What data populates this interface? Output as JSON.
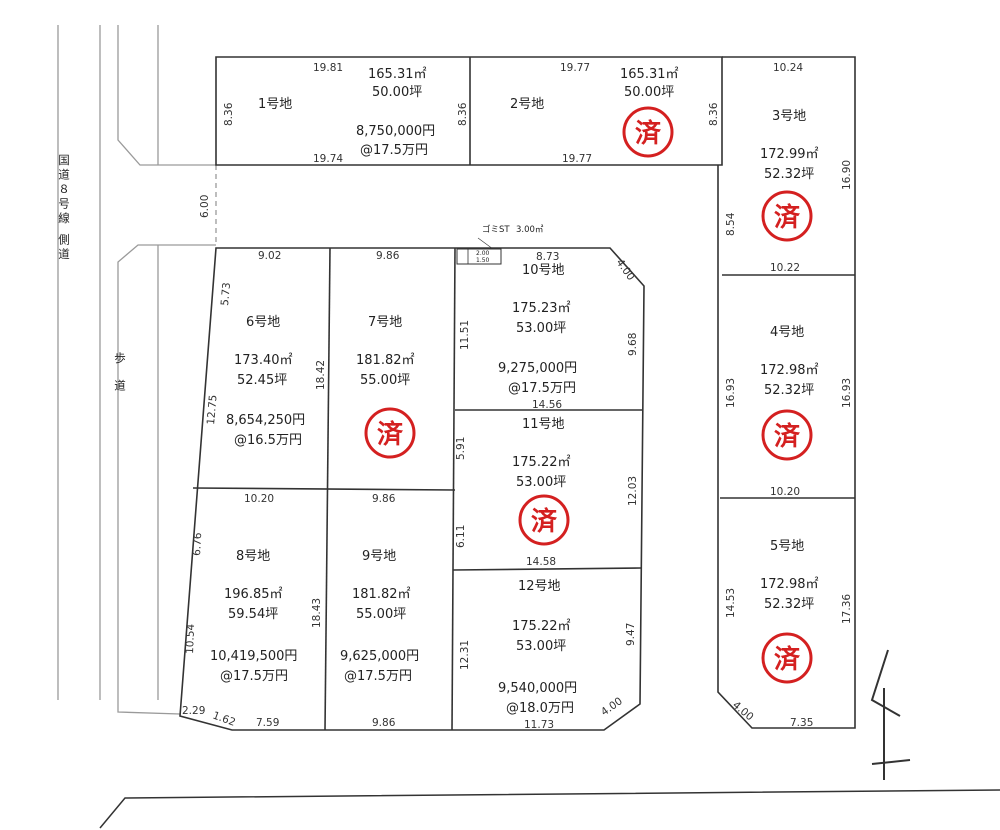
{
  "road": {
    "side_road_label": "国道８号線 側道",
    "sidewalk_label": "歩 道",
    "road_width": "6.00"
  },
  "garbage": {
    "label": "ゴミST",
    "area": "3.00㎡",
    "dim1": "2.00",
    "dim2": "1.50"
  },
  "status_colors": {
    "sold": "#d42020"
  },
  "sold_mark": "済",
  "lots": [
    {
      "name": "1号地",
      "area": "165.31㎡",
      "tsubo": "50.00坪",
      "price": "8,750,000円",
      "unit_price": "@17.5万円",
      "sold": false,
      "dims": [
        "19.81",
        "19.74",
        "8.36",
        "8.36"
      ]
    },
    {
      "name": "2号地",
      "area": "165.31㎡",
      "tsubo": "50.00坪",
      "price": "",
      "unit_price": "",
      "sold": true,
      "dims": [
        "19.77",
        "19.77",
        "8.36"
      ]
    },
    {
      "name": "3号地",
      "area": "172.99㎡",
      "tsubo": "52.32坪",
      "price": "",
      "unit_price": "",
      "sold": true,
      "dims": [
        "10.24",
        "10.22",
        "16.90",
        "8.54"
      ]
    },
    {
      "name": "4号地",
      "area": "172.98㎡",
      "tsubo": "52.32坪",
      "price": "",
      "unit_price": "",
      "sold": true,
      "dims": [
        "10.20",
        "16.93",
        "16.93"
      ]
    },
    {
      "name": "5号地",
      "area": "172.98㎡",
      "tsubo": "52.32坪",
      "price": "",
      "unit_price": "",
      "sold": true,
      "dims": [
        "14.53",
        "17.36",
        "4.00",
        "7.35"
      ]
    },
    {
      "name": "6号地",
      "area": "173.40㎡",
      "tsubo": "52.45坪",
      "price": "8,654,250円",
      "unit_price": "@16.5万円",
      "sold": false,
      "dims": [
        "9.02",
        "5.73",
        "12.75",
        "18.42"
      ]
    },
    {
      "name": "7号地",
      "area": "181.82㎡",
      "tsubo": "55.00坪",
      "price": "",
      "unit_price": "",
      "sold": true,
      "dims": [
        "9.86"
      ]
    },
    {
      "name": "8号地",
      "area": "196.85㎡",
      "tsubo": "59.54坪",
      "price": "10,419,500円",
      "unit_price": "@17.5万円",
      "sold": false,
      "dims": [
        "10.20",
        "6.76",
        "10.54",
        "18.43",
        "2.29",
        "1.62",
        "7.59"
      ]
    },
    {
      "name": "9号地",
      "area": "181.82㎡",
      "tsubo": "55.00坪",
      "price": "9,625,000円",
      "unit_price": "@17.5万円",
      "sold": false,
      "dims": [
        "9.86",
        "9.86"
      ]
    },
    {
      "name": "10号地",
      "area": "175.23㎡",
      "tsubo": "53.00坪",
      "price": "9,275,000円",
      "unit_price": "@17.5万円",
      "sold": false,
      "dims": [
        "8.73",
        "4.00",
        "11.51",
        "9.68",
        "14.56"
      ]
    },
    {
      "name": "11号地",
      "area": "175.22㎡",
      "tsubo": "53.00坪",
      "price": "",
      "unit_price": "",
      "sold": true,
      "dims": [
        "5.91",
        "6.11",
        "12.03",
        "14.58"
      ]
    },
    {
      "name": "12号地",
      "area": "175.22㎡",
      "tsubo": "53.00坪",
      "price": "9,540,000円",
      "unit_price": "@18.0万円",
      "sold": false,
      "dims": [
        "12.31",
        "9.47",
        "4.00",
        "11.73"
      ]
    }
  ]
}
